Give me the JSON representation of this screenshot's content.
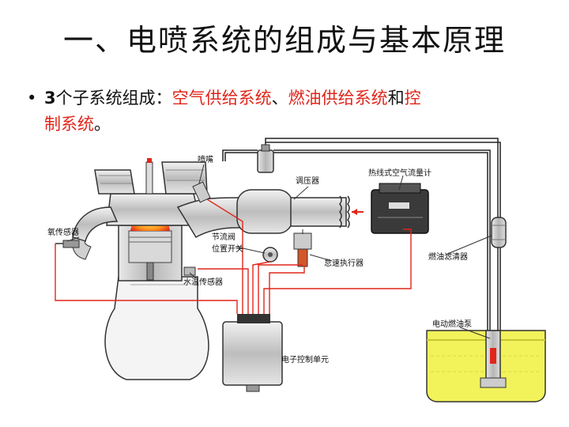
{
  "slide": {
    "title": "一、电喷系统的组成与基本原理",
    "bullet": {
      "marker": "•",
      "count": "3",
      "intro": "个子系统组成：",
      "item1": "空气供给系统",
      "sep1": "、",
      "item2": "燃油供给系统",
      "conj": "和",
      "item3_part1": "控",
      "item3_part2": "制系统",
      "end": "。"
    }
  },
  "diagram": {
    "labels": {
      "injector": "喷嘴",
      "pressure_regulator": "调压器",
      "air_flow_meter": "热线式空气流量计",
      "oxygen_sensor": "氧传感器",
      "throttle_position_switch_1": "节流阀",
      "throttle_position_switch_2": "位置开关",
      "idle_actuator": "怠速执行器",
      "fuel_filter": "燃油滤清器",
      "coolant_sensor": "水温传感器",
      "ecu": "电子控制单元",
      "fuel_pump": "电动燃油泵"
    },
    "colors": {
      "accent_red": "#e0261b",
      "fuel_yellow": "#f2f25a",
      "metal": "#c8c8c8"
    }
  }
}
